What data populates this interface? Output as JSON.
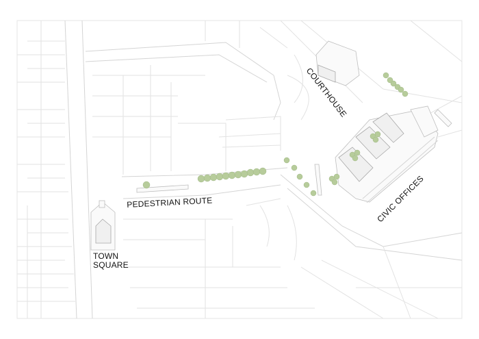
{
  "labels": {
    "courthouse": "COURTHOUSE",
    "civic_offices": "CIVIC OFFICES",
    "pedestrian_route": "PEDESTRIAN ROUTE",
    "town_square_line1": "TOWN",
    "town_square_line2": "SQUARE"
  },
  "colors": {
    "tree": "#b7cc9b",
    "street_lines": "#e2e2e2",
    "building_outline": "#bdbdbd"
  }
}
